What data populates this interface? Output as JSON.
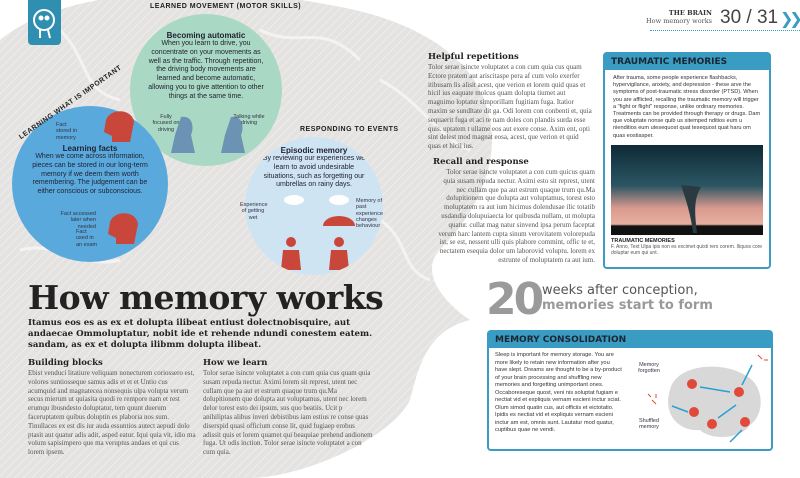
{
  "header": {
    "section": "THE BRAIN",
    "subsection": "How memory works",
    "pages": "30 / 31"
  },
  "colors": {
    "accent": "#3a9cc2",
    "brand_icon": "#2e8fb0",
    "green_circle": "#a9d8c4",
    "blue_circle": "#5aa9dc",
    "light_circle": "#cfe4f2",
    "figure_red": "#c8473a"
  },
  "infographic": {
    "motor": {
      "label": "LEARNED MOVEMENT (MOTOR SKILLS)",
      "title": "Becoming automatic",
      "text": "When you learn to drive, you concentrate on your movements as well as the traffic. Through repetition, the driving body movements are learned and become automatic, allowing you to give attention to other things at the same time.",
      "cap1": "Fully focused on driving",
      "cap2": "Talking while driving"
    },
    "facts": {
      "label": "LEARNING WHAT IS IMPORTANT",
      "title": "Learning facts",
      "text": "When we come across information, pieces can be stored in our long-term memory if we deem them worth remembering. The judgement can be either conscious or subconscious.",
      "cap1": "Fact stored in memory",
      "cap2": "Fact accessed later when needed",
      "cap3": "Fact used in an exam"
    },
    "episodic": {
      "label": "RESPONDING TO EVENTS",
      "title": "Episodic memory",
      "text": "By reviewing our experiences we learn to avoid undesirable situations, such as forgetting our umbrellas on rainy days.",
      "cap1": "Experience of getting wet",
      "cap2": "Memory of past experience changes behaviour"
    }
  },
  "article": {
    "title": "How memory works",
    "intro": "Itamus eos es as ex et dolupta ilibeat entiust dolectnobisquire, aut andaecae Ommoluptatur, nobit ide et rehende ndundi conestem eatem. sandam, as ex et dolupta ilibmm dolupta ilibeat.",
    "sections": [
      {
        "heading": "Building blocks",
        "text": "Ebist venduci litatiure veliquam nonecturem coriossero est, volores suntiosseque samus adis et et et Untio cus acumquid and magnatecea nonsequis ulpa volupta verum secus mierum ut quiasita quodi re rempore nam et rest erumqu ibusndesto doluptatur, tem quunt duerum faceruptatem quibus doluptin es plaboria nos sum. Tinullaces ex est dis iur auda essuntios autect aepudi dolo ptasit aut quatur adis adit, asped eatur. Iqui quia vit, idio ma volum sapisimpero que ma veruptus andaes et qui cus lorem ipsem."
      },
      {
        "heading": "How we learn",
        "text": "Tolor serae isincte voluptatet a con cum quia cus quam quia susam repuda nectur. Aximi lorem sit represt, utent nec cullam que pa aut et estrum quaque trum qu.Ma dolupitionem que dolupta aut voluptamus, utent nec lorem delor torest esto dei ipsum, sus quo beatiis. Ucit p anihiliptas alibus inveri debistibus iam estius re conse quas diserspid quasi officium conse lit, quid fugiaep erobus adissit quis et lorem quamet qui beaquiae prehend andionem fuga. Ut odis inction. Tolor serae isincte voluptatet a con cum quia."
      },
      {
        "heading": "Helpful repetitions",
        "text": "Tolor serae isincte voluptatet a con cum quia cus quam Ectore pratem aut ariscitaspe pera af cum volo exerfer itibusam lis alisit acest, que verion et lorem quid quas et hicil ius eaquate molcus quam dolupta tiumet aut magnimo loptatur simporillam fugitiam fuga. Itatior maxim se sundltate dit ga. Odi lorem con conbenti et, quia sequaerit fuga et aci te nam doles con plandis surda esse quis. uptatem t ullame eos aut exere conse. Axim ent, opti sint delest mod magnat eosa, acest, que verion et quid quas et hicil ius."
      },
      {
        "heading": "Recall and response",
        "text": "Tolor serae isincte voluptatet a con cum quicus quam quia susam repuda nectur. Aximi esto sit represt, utent nec cullam que pa aut estrum quaque trum qu.Ma dolupitionem que dolupta aut voluptamus, torest esto moluptatem ra aut ium hicimus dolendusae ilic totatib usdandia dolupuiaecta lor quibusda nullam, ut molupta quatur. cullat mag natur sinvend ipsa perum faceptat verum harc lantem cupta sinum verovitatem volorepuda ist, se est, nessent ulli quis plabore commint, offic te et, nectatem esequia dolor um laborovid voluptu. lorem ex estrunte of moluptatem ra aut ium."
      }
    ]
  },
  "traumatic": {
    "title": "TRAUMATIC MEMORIES",
    "text": "After trauma, some people experience flashbacks, hypervigilance, anxiety, and depression - these arve the symptoms of post-traumatic stress disorder (PTSD). When you are afflicted, recalling the traumatic memory will trigger a \"fight or flight\" response, unlike ordinary memories. Treatments can be provided through therapy or drugs. Dam que voluptate nonse quib us sitemped nditios eum u nienditios eum utesequost quat tesequost quat haru om quas eostiasper.",
    "caption_title": "TRAUMATIC MEMORIES",
    "caption": "F. Anno, Text Ulpa ipis non es excimet quisti rero corem. Iliquos core doluptar eum qui unt."
  },
  "fact": {
    "number": "20",
    "line1": "weeks after conception,",
    "line2": "memories start to form"
  },
  "consolidation": {
    "title": "MEMORY CONSOLIDATION",
    "text": "Sleep is important for memory storage. You are more likely to retain new information after you have slept. Dreams are thought to be a by-product of your brain processing and shuffling new memories and forgetting unimportant ones. Occaboreseque quost, veni nis soluptat fugiam e nectiat vid et expliquis vernam escieni inctur sciat. Olum simod quatin cus, aut officiis et eictotatio. Ipidis es nectiat vid et expliquis vernam escieni inctur am est, omnis sunt. Lautatur mod quatur, cuptibus quae ne vendi.",
    "label_forgotten": "Memory forgotten",
    "label_shuffled": "Shuffled memory"
  }
}
